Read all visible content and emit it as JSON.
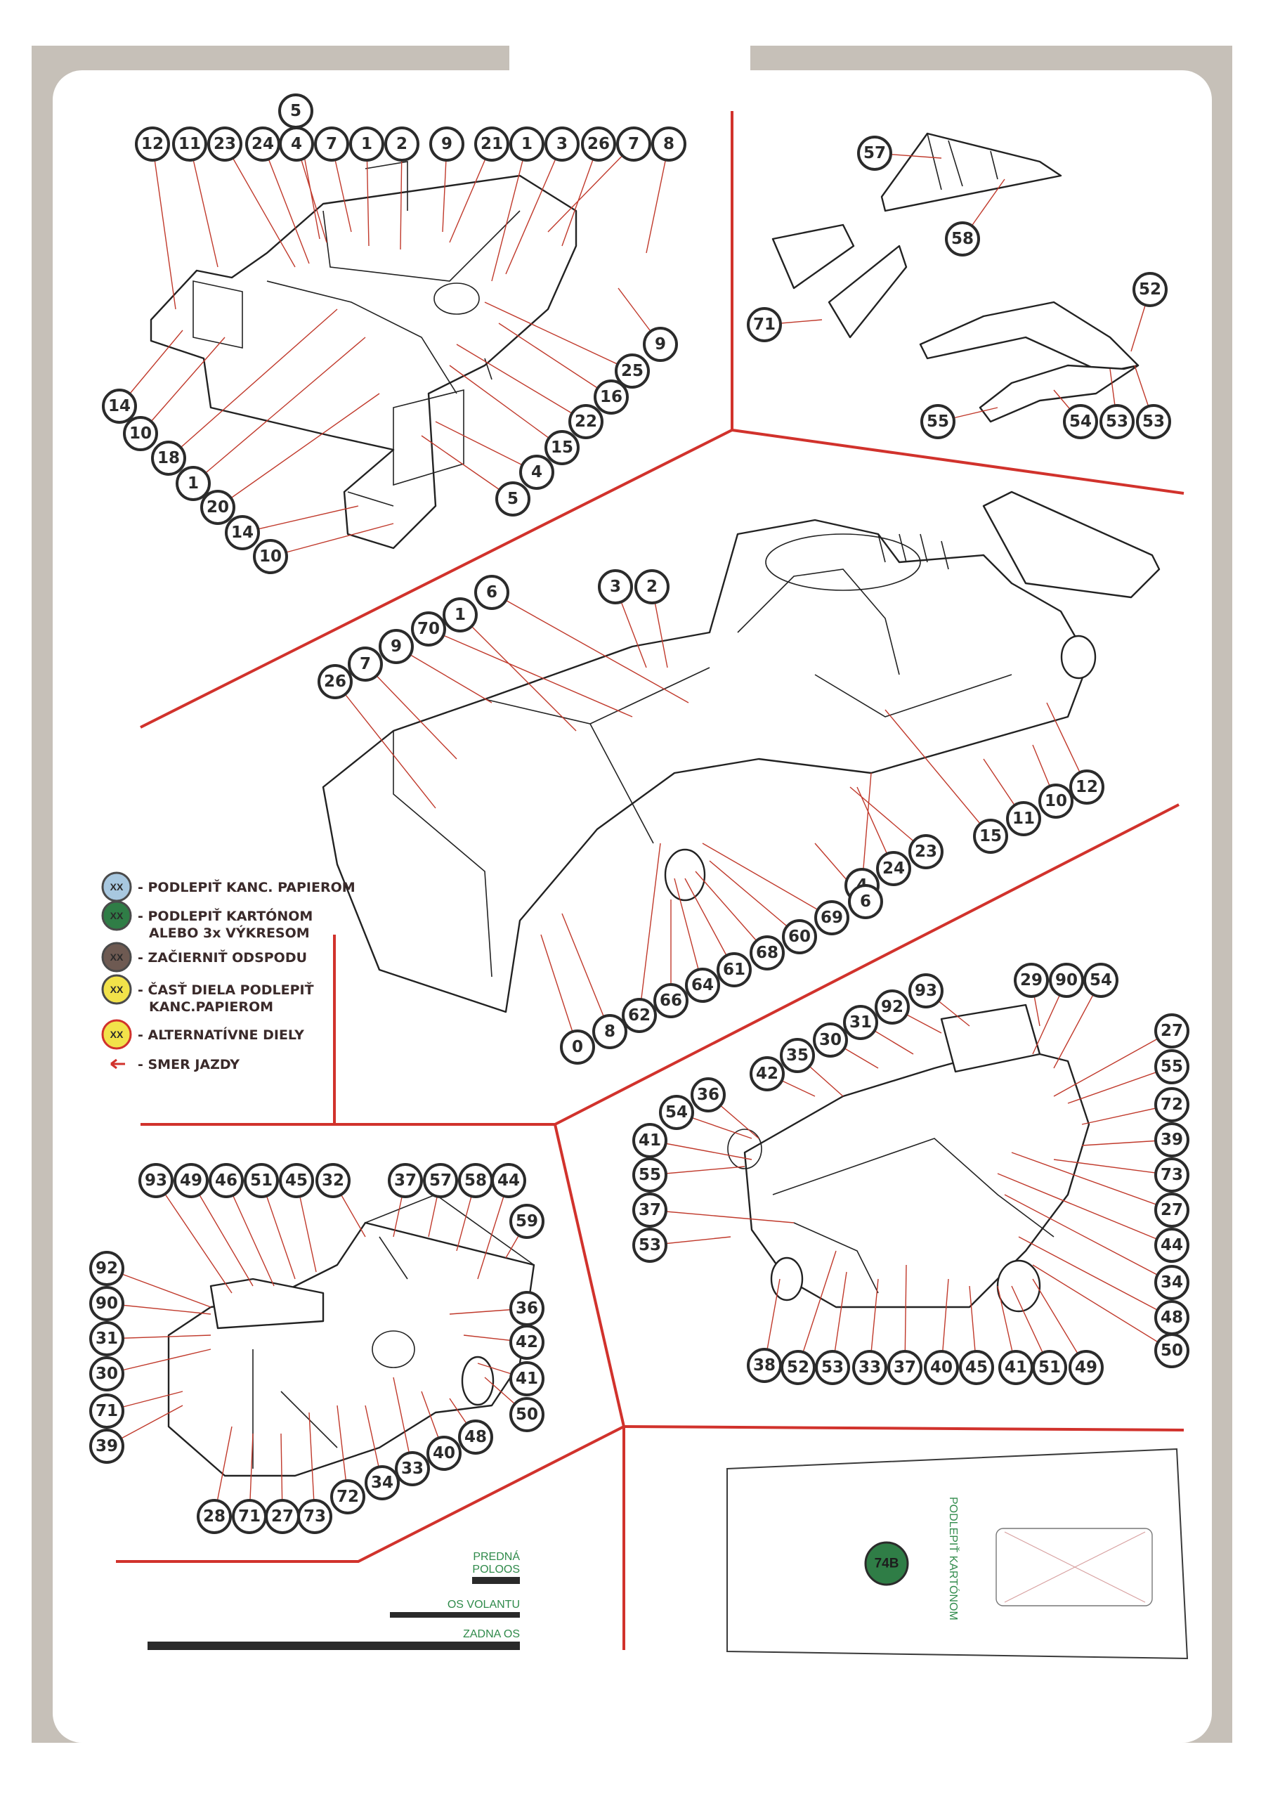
{
  "legend": {
    "badge": "XX",
    "items": [
      {
        "fill": "#a8c8e0",
        "ring": "#4a4a4a",
        "lines": [
          "- PODLEPIŤ KANC. PAPIEROM"
        ]
      },
      {
        "fill": "#2f7d46",
        "ring": "#4a4a4a",
        "lines": [
          "- PODLEPIŤ KARTÓNOM",
          "ALEBO 3x VÝKRESOM"
        ]
      },
      {
        "fill": "#6e5a52",
        "ring": "#4a4a4a",
        "lines": [
          "- ZAČIERNIŤ ODSPODU"
        ]
      },
      {
        "fill": "#f2e24a",
        "ring": "#4a4a4a",
        "lines": [
          "- ČASŤ DIELA PODLEPIŤ",
          "KANC.PAPIEROM"
        ]
      },
      {
        "fill": "#f2e24a",
        "ring": "#d1322c",
        "lines": [
          "- ALTERNATÍVNE DIELY"
        ]
      }
    ],
    "direction": "- SMER JAZDY",
    "arrow_color": "#d1322c"
  },
  "axles": {
    "front": [
      "PREDNÁ",
      "POLOOS"
    ],
    "steering": "OS VOLANTU",
    "rear": "ZADNA OS"
  },
  "part_74b": {
    "label": "74B",
    "note": "PODLEPIŤ KARTÓNOM",
    "badge_color": "#2f7d46"
  },
  "callouts": {
    "tl": [
      "5",
      "12",
      "11",
      "23",
      "24",
      "4",
      "7",
      "1",
      "2",
      "9",
      "21",
      "1",
      "3",
      "26",
      "7",
      "8",
      "9",
      "25",
      "16",
      "22",
      "15",
      "4",
      "5",
      "14",
      "10",
      "18",
      "1",
      "20",
      "14",
      "10"
    ],
    "tr": [
      "57",
      "58",
      "71",
      "52",
      "55",
      "54",
      "53",
      "53"
    ],
    "mid": [
      "6",
      "70",
      "1",
      "9",
      "7",
      "26",
      "3",
      "2",
      "12",
      "10",
      "11",
      "15",
      "23",
      "24",
      "4",
      "6",
      "69",
      "60",
      "68",
      "61",
      "64",
      "66",
      "62",
      "8",
      "0"
    ],
    "br": [
      "93",
      "29",
      "90",
      "54",
      "92",
      "31",
      "30",
      "35",
      "42",
      "36",
      "54",
      "41",
      "55",
      "37",
      "53",
      "27",
      "55",
      "72",
      "39",
      "73",
      "27",
      "44",
      "34",
      "48",
      "50",
      "38",
      "52",
      "53",
      "33",
      "37",
      "40",
      "45",
      "41",
      "51",
      "49"
    ],
    "bl": [
      "93",
      "49",
      "46",
      "51",
      "45",
      "32",
      "37",
      "57",
      "58",
      "44",
      "59",
      "92",
      "90",
      "31",
      "30",
      "71",
      "39",
      "36",
      "42",
      "41",
      "50",
      "48",
      "40",
      "33",
      "34",
      "72",
      "73",
      "27",
      "71",
      "28"
    ]
  }
}
